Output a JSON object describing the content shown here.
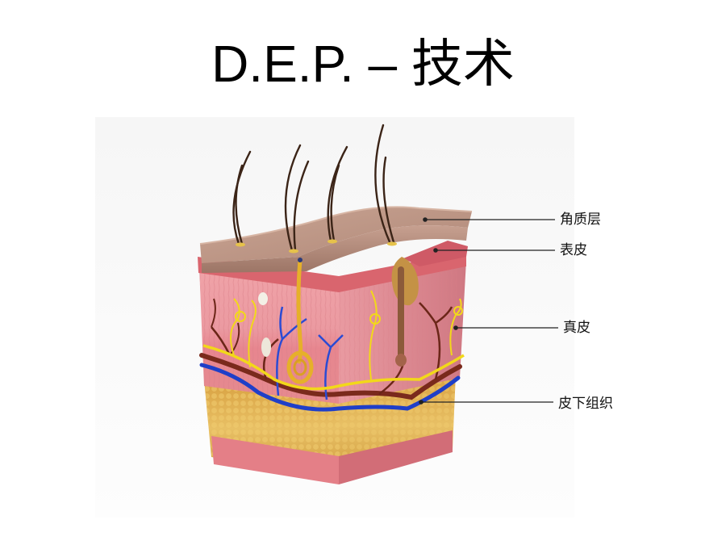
{
  "title": "D.E.P. – 技术",
  "diagram": {
    "labels": {
      "stratum_corneum": "角质层",
      "epidermis": "表皮",
      "dermis": "真皮",
      "subcutaneous": "皮下组织"
    },
    "colors": {
      "stratum_corneum": "#b89484",
      "epidermis": "#d9656e",
      "dermis": "#eea0a6",
      "fat": "#e4b64e",
      "artery": "#7a2a1c",
      "vein": "#1f3fc8",
      "nerve": "#f2d81a",
      "hair": "#3b2417"
    }
  }
}
